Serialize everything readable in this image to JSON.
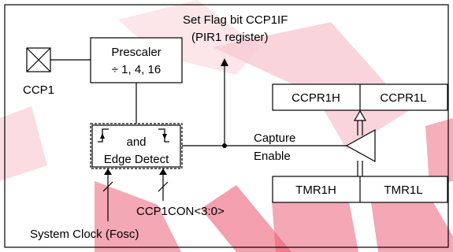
{
  "diagram": {
    "ccp1_label": "CCP1",
    "prescaler_line1": "Prescaler",
    "prescaler_line2": "÷ 1, 4, 16",
    "flag_line1": "Set Flag bit CCP1IF",
    "flag_line2": "(PIR1 register)",
    "and_label": "and",
    "edge_detect_label": "Edge Detect",
    "capture_line1": "Capture",
    "capture_line2": "Enable",
    "ccpr1h_label": "CCPR1H",
    "ccpr1l_label": "CCPR1L",
    "tmr1h_label": "TMR1H",
    "tmr1l_label": "TMR1L",
    "ccp1con_label": "CCP1CON<3:0>",
    "sysclk_label": "System Clock (Fosc)"
  },
  "colors": {
    "line": "#000000",
    "watermark": "#e8425d"
  }
}
